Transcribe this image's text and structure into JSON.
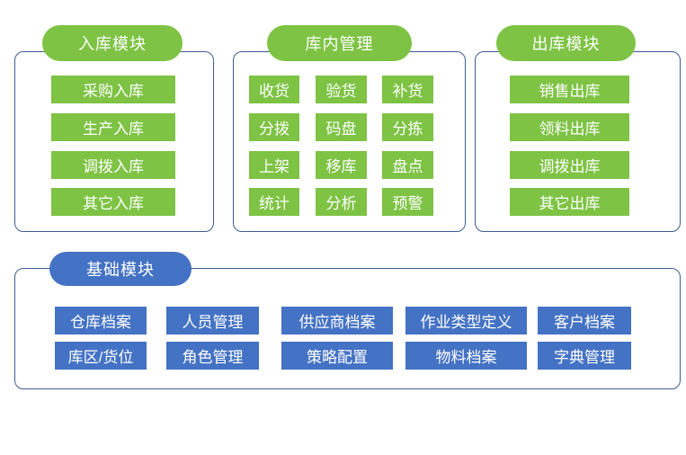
{
  "diagram": {
    "type": "module-architecture-diagram",
    "colors": {
      "module_green": "#7EC344",
      "module_blue": "#4472C4",
      "panel_border": "#3E5C8F",
      "label_text": "#FFFFFF",
      "background": "#FFFFFF"
    },
    "sections": [
      {
        "id": "inbound",
        "title": "入库模块",
        "items": [
          "采购入库",
          "生产入库",
          "调拨入库",
          "其它入库"
        ]
      },
      {
        "id": "in-warehouse",
        "title": "库内管理",
        "items": [
          "收货",
          "验货",
          "补货",
          "分拨",
          "码盘",
          "分拣",
          "上架",
          "移库",
          "盘点",
          "统计",
          "分析",
          "预警"
        ]
      },
      {
        "id": "outbound",
        "title": "出库模块",
        "items": [
          "销售出库",
          "领料出库",
          "调拨出库",
          "其它出库"
        ]
      },
      {
        "id": "base",
        "title": "基础模块",
        "items": [
          "仓库档案",
          "人员管理",
          "供应商档案",
          "作业类型定义",
          "客户档案",
          "库区/货位",
          "角色管理",
          "策略配置",
          "物料档案",
          "字典管理"
        ]
      }
    ]
  }
}
